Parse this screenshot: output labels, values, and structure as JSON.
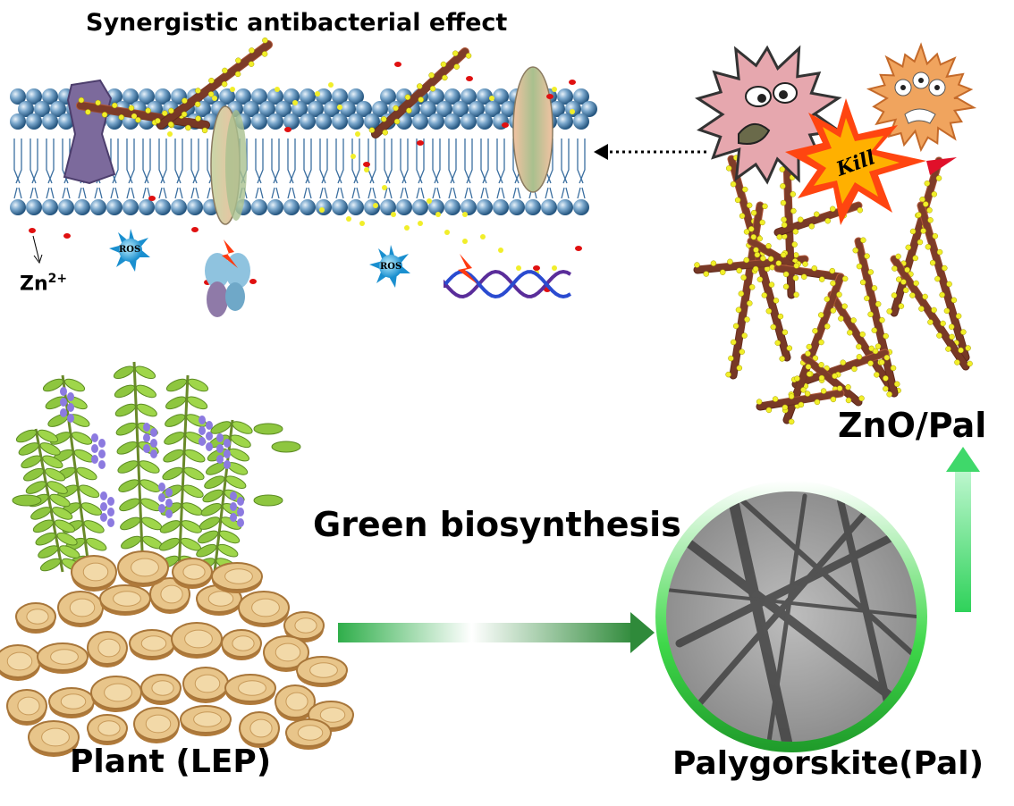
{
  "labels": {
    "title": "Synergistic antibacterial effect",
    "green": "Green biosynthesis",
    "plant": "Plant (LEP)",
    "pal": "Palygorskite(Pal)",
    "znopal": "ZnO/Pal",
    "zn_base": "Zn",
    "zn_sup": "2+",
    "ros": "ROS",
    "kill": "Kill"
  },
  "colors": {
    "lipid_head": "#4f86b3",
    "lipid_tail": "#3b6fa0",
    "rod": "#7a3a28",
    "znO_dot": "#f1ee2a",
    "zn_ion": "#e01010",
    "arrow_green": "#2fae4a",
    "bacteria_pink": "#e6a7ae",
    "bacteria_orange": "#f0a45e",
    "burst": "#ff3a10"
  }
}
